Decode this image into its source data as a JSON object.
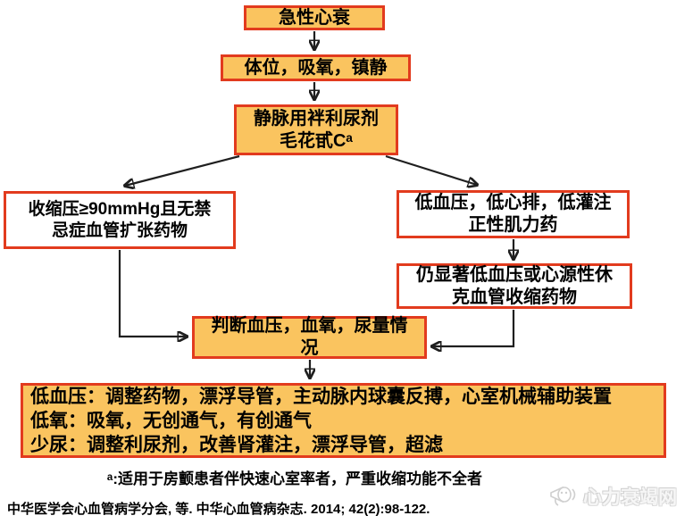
{
  "nodes": {
    "acute": {
      "text": "急性心衰"
    },
    "position": {
      "text": "体位，吸氧，镇静"
    },
    "diuretic": {
      "text": "静脉用袢利尿剂\n毛花甙Cᵃ"
    },
    "vasodilator": {
      "text": "收缩压≥90mmHg且无禁\n忌症血管扩张药物"
    },
    "inotrope": {
      "text": "低血压，低心排，低灌注\n正性肌力药"
    },
    "vasoconstrictor": {
      "text": "仍显著低血压或心源性休\n克血管收缩药物"
    },
    "assess": {
      "text": "判断血压，血氧，尿量情\n况"
    },
    "management": {
      "lines": [
        "低血压：调整药物，漂浮导管，主动脉内球囊反搏，心室机械辅助装置",
        "低氧：吸氧，无创通气，有创通气",
        "少尿：调整利尿剂，改善肾灌注，漂浮导管，超滤"
      ]
    }
  },
  "footnote": "ᵃ:适用于房颤患者伴快速心室率者，严重收缩功能不全者",
  "citation": "中华医学会心血管病学分会, 等. 中华心血管病杂志. 2014; 42(2):98-122.",
  "watermark": {
    "label": "心力衰竭网",
    "icon": "megaphone-icon"
  },
  "colors": {
    "box_fill": "#FAC45F",
    "box_border": "#E23B1E",
    "arrow": "#1F1F1F",
    "watermark_gray": "#CFCFCF"
  }
}
